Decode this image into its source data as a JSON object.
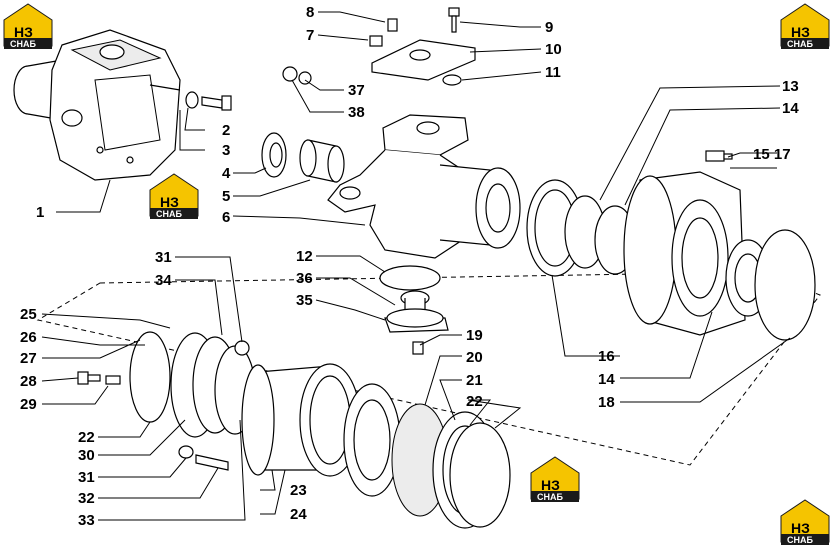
{
  "callouts": {
    "n1": "1",
    "n2": "2",
    "n3": "3",
    "n4": "4",
    "n5": "5",
    "n6": "6",
    "n7": "7",
    "n8": "8",
    "n9": "9",
    "n10": "10",
    "n11": "11",
    "n12": "12",
    "n13": "13",
    "n14a": "14",
    "n14b": "14",
    "n15_17": "15 17",
    "n16": "16",
    "n18": "18",
    "n19": "19",
    "n20": "20",
    "n21": "21",
    "n22a": "22",
    "n22b": "22",
    "n23": "23",
    "n24": "24",
    "n25": "25",
    "n26": "26",
    "n27": "27",
    "n28": "28",
    "n29": "29",
    "n30": "30",
    "n31a": "31",
    "n31b": "31",
    "n32": "32",
    "n33": "33",
    "n34": "34",
    "n35": "35",
    "n36": "36",
    "n37": "37",
    "n38": "38"
  },
  "logo": {
    "mark": "НЗ",
    "sub": "СНАБ",
    "accent": "#f5c400",
    "dark": "#1a1a1a"
  }
}
